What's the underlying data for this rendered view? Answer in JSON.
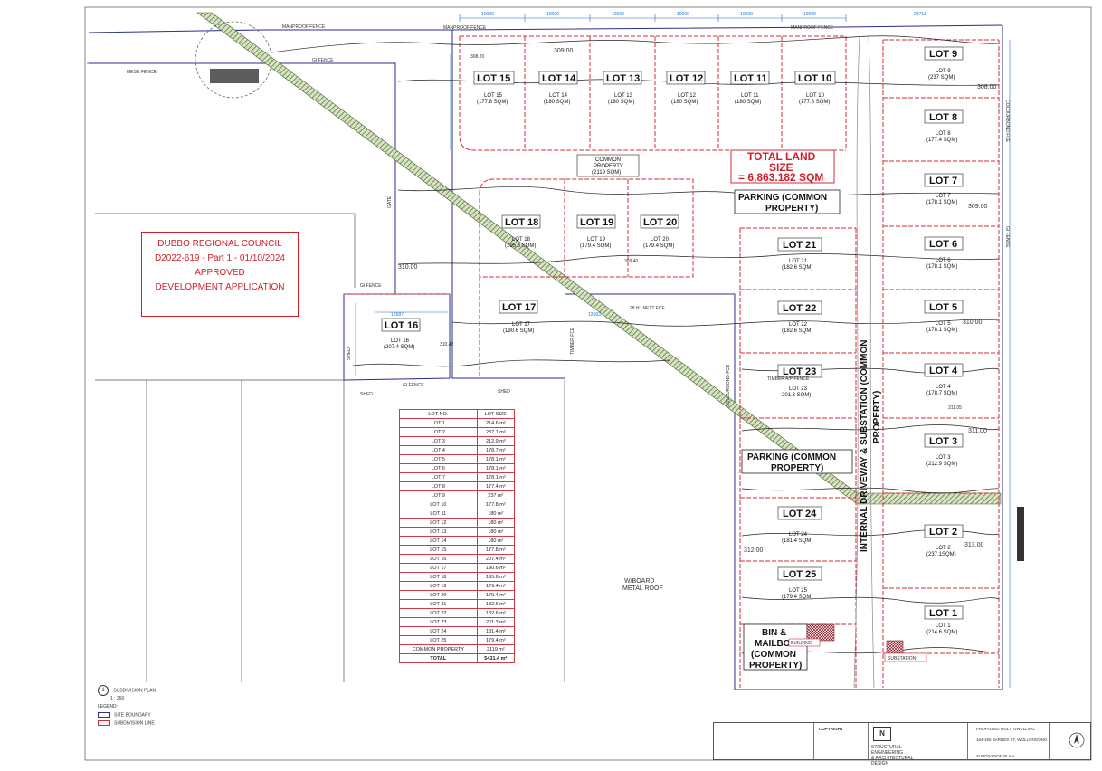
{
  "stamp": {
    "council": "DUBBO REGIONAL COUNCIL",
    "reference": "D2022-619 - Part 1 - 01/10/2024",
    "status": "APPROVED",
    "subject": "DEVELOPMENT APPLICATION"
  },
  "total_land": {
    "line1": "TOTAL LAND",
    "line2": "SIZE",
    "line3": "= 6,863.182 SQM"
  },
  "common_areas": {
    "common_property_label": "COMMON",
    "common_property_label2": "PROPERTY",
    "common_property_size": "(2119 SQM)",
    "parking1_line1": "PARKING (COMMON",
    "parking1_line2": "PROPERTY)",
    "parking2_line1": "PARKING (COMMON",
    "parking2_line2": "PROPERTY)",
    "bin_line1": "BIN &",
    "bin_line2": "MAILBOX",
    "bin_line3": "(COMMON",
    "bin_line4": "PROPERTY)",
    "building": "BUILDING",
    "substation": "SUBSTATION",
    "driveway_line1": "INTERNAL DRIVEWAY & SUBSTATION (COMMON",
    "driveway_line2": "PROPERTY)"
  },
  "site_notes": {
    "manproof_fence_1": "MANPROOF FENCE",
    "manproof_fence_2": "MANPROOF FENCE",
    "manproof_fence_3": "MANPROOF FENCE",
    "gi_fence_top": "GI FENCE",
    "mesh_fence": "MESH FENCE",
    "gi_fence_left": "GI FENCE",
    "gi_fence_bottom": "GI FENCE",
    "shed1": "SHED",
    "shed2": "SHED",
    "shed3": "SHED",
    "gate": "GATE",
    "nett_fce": "28 HJ NETT FCE",
    "timber_fce": "TIMBER FCE",
    "timber_ap_fence": "TIMBER A/P FENCE",
    "colourbond_fce_left": "COLOURBOND FCE",
    "colourbond_fce_right": "COLOURBOND FCE",
    "gi_fence_right": "GI FENCE",
    "wboard_line1": "W/BOARD",
    "wboard_line2": "METAL ROOF"
  },
  "lots": [
    {
      "label": "LOT 15",
      "sub": "LOT 15",
      "size": "(177.8 SQM)"
    },
    {
      "label": "LOT 14",
      "sub": "LOT 14",
      "size": "(180 SQM)"
    },
    {
      "label": "LOT 13",
      "sub": "LOT 13",
      "size": "(180 SQM)"
    },
    {
      "label": "LOT 12",
      "sub": "LOT 12",
      "size": "(180 SQM)"
    },
    {
      "label": "LOT 11",
      "sub": "LOT 11",
      "size": "(180 SQM)"
    },
    {
      "label": "LOT 10",
      "sub": "LOT 10",
      "size": "(177.8 SQM)"
    },
    {
      "label": "LOT 9",
      "sub": "LOT 9",
      "size": "(237 SQM)"
    },
    {
      "label": "LOT 8",
      "sub": "LOT 8",
      "size": "(177.4 SQM)"
    },
    {
      "label": "LOT 7",
      "sub": "LOT 7",
      "size": "(178.1 SQM)"
    },
    {
      "label": "LOT 6",
      "sub": "LOT 6",
      "size": "(178.1 SQM)"
    },
    {
      "label": "LOT 5",
      "sub": "LOT 5",
      "size": "(178.1 SQM)"
    },
    {
      "label": "LOT 4",
      "sub": "LOT 4",
      "size": "(178.7 SQM)"
    },
    {
      "label": "LOT 3",
      "sub": "LOT 3",
      "size": "(212.9 SQM)"
    },
    {
      "label": "LOT 2",
      "sub": "LOT 2",
      "size": "(237.1SQM)"
    },
    {
      "label": "LOT 1",
      "sub": "LOT 1",
      "size": "(214.6 SQM)"
    },
    {
      "label": "LOT 18",
      "sub": "LOT 18",
      "size": "(195.6 SQM)"
    },
    {
      "label": "LOT 19",
      "sub": "LOT 19",
      "size": "(179.4 SQM)"
    },
    {
      "label": "LOT 20",
      "sub": "LOT 20",
      "size": "(179.4 SQM)"
    },
    {
      "label": "LOT 17",
      "sub": "LOT 17",
      "size": "(190.6 SQM)"
    },
    {
      "label": "LOT 16",
      "sub": "LOT 16",
      "size": "(207.4 SQM)"
    },
    {
      "label": "LOT 21",
      "sub": "LOT 21",
      "size": "(182.6 SQM)"
    },
    {
      "label": "LOT 22",
      "sub": "LOT 22",
      "size": "(182.6 SQM)"
    },
    {
      "label": "LOT 23",
      "sub": "LOT 23",
      "size": "201.3 SQM)"
    },
    {
      "label": "LOT 24",
      "sub": "LOT 24",
      "size": "(181.4 SQM)"
    },
    {
      "label": "LOT 25",
      "sub": "LOT 25",
      "size": "(179.4 SQM)"
    }
  ],
  "levels": [
    "309.00",
    "310.00",
    "310.00",
    "311.00",
    "309.00",
    "308.00",
    "313.00",
    "312.00",
    "308.20",
    "309.40",
    "310.42",
    "311.05"
  ],
  "dimensions": [
    "10000",
    "10000",
    "10000",
    "10000",
    "10000",
    "10000",
    "23713",
    "12687",
    "12663"
  ],
  "lot_table": {
    "header_no": "LOT NO.",
    "header_size": "LOT SIZE",
    "rows": [
      [
        "LOT 1",
        "214.6 m²"
      ],
      [
        "LOT 2",
        "237.1 m²"
      ],
      [
        "LOT 3",
        "212.9 m²"
      ],
      [
        "LOT 4",
        "178.7 m²"
      ],
      [
        "LOT 5",
        "178.1 m²"
      ],
      [
        "LOT 6",
        "178.1 m²"
      ],
      [
        "LOT 7",
        "178.1 m²"
      ],
      [
        "LOT 8",
        "177.4 m²"
      ],
      [
        "LOT 9",
        "237 m²"
      ],
      [
        "LOT 10",
        "177.8 m²"
      ],
      [
        "LOT 11",
        "180 m²"
      ],
      [
        "LOT 12",
        "180 m²"
      ],
      [
        "LOT 13",
        "180 m²"
      ],
      [
        "LOT 14",
        "180 m²"
      ],
      [
        "LOT 15",
        "177.8 m²"
      ],
      [
        "LOT 16",
        "207.4 m²"
      ],
      [
        "LOT 17",
        "190.6 m²"
      ],
      [
        "LOT 18",
        "195.6 m²"
      ],
      [
        "LOT 19",
        "179.4 m²"
      ],
      [
        "LOT 20",
        "179.4 m²"
      ],
      [
        "LOT 21",
        "182.6 m²"
      ],
      [
        "LOT 22",
        "182.6 m²"
      ],
      [
        "LOT 23",
        "201.3 m²"
      ],
      [
        "LOT 24",
        "181.4 m²"
      ],
      [
        "LOT 25",
        "179.4 m²"
      ],
      [
        "COMMON PROPERTY",
        "2119 m²"
      ]
    ],
    "total_label": "TOTAL",
    "total_value": "5431.4 m²"
  },
  "legend": {
    "view_no": "1",
    "view_title": "SUBDIVISION PLAN",
    "scale": "1 : 250",
    "legend_title": "LEGEND:",
    "item1": "SITE BOUNDARY",
    "item2": "SUBDIVISION LINE"
  },
  "title_block": {
    "copyright": "COPYRIGHT",
    "company_line1": "STRUCTURAL ENGINEERING",
    "company_line2": "& ARCHITECTURAL DESIGN",
    "project": "PROPOSED MULTI DWELLING",
    "address": "164-166 BARNES ST, WOLLONGONG",
    "plan": "SUBDIVISION PLAN",
    "logo": "N"
  },
  "colors": {
    "lot_line": "#d62b37",
    "fence_line": "#2a2f8c",
    "dimension": "#1e6fd1",
    "easement": "#6f8f4e",
    "stamp": "#cc1f2a"
  }
}
